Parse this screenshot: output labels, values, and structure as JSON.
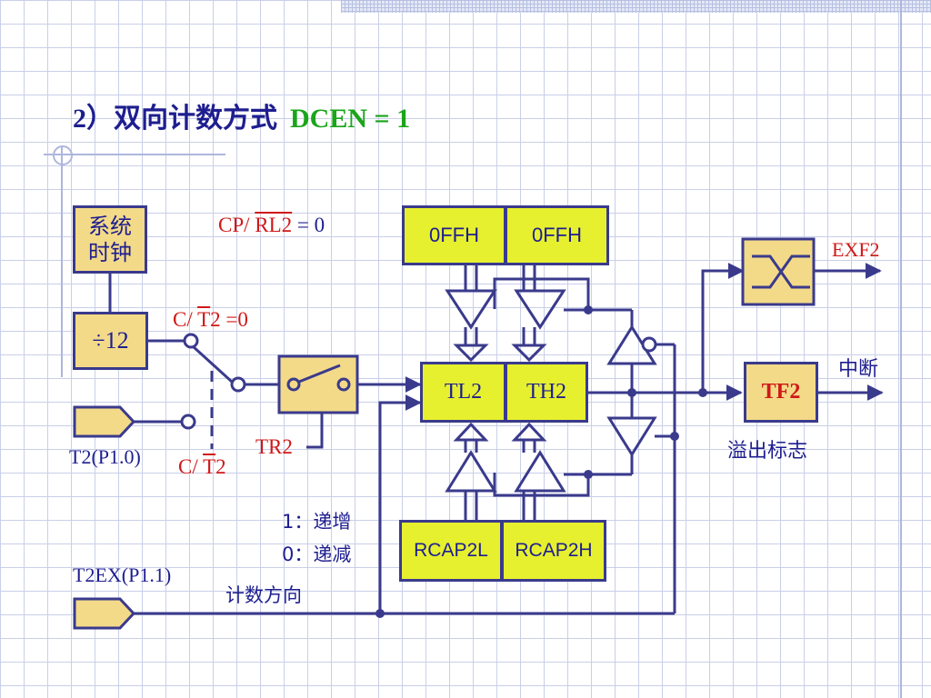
{
  "title": {
    "main": "2）双向计数方式",
    "mode": "DCEN = 1"
  },
  "colors": {
    "wire": "#3a3a8c",
    "text_blue": "#1e1e90",
    "text_red": "#d01818",
    "text_green": "#1aa51a",
    "box_yellow": "#e6f02e",
    "box_tan": "#f3da88"
  },
  "clock_box": {
    "line1": "系统",
    "line2": "时钟"
  },
  "divider_box": "÷12",
  "cp_rl2": {
    "prefix": "CP/",
    "bar": "RL2",
    "suffix": " = 0"
  },
  "ct2_top": {
    "prefix": "C/",
    "bar": "T",
    "suffix": "2 =0"
  },
  "ct2_bottom": {
    "prefix": "C/",
    "bar": "T",
    "suffix": "2"
  },
  "t2_pin": "T2(P1.0)",
  "tr2": "TR2",
  "reload_top": {
    "low": "0FFH",
    "high": "0FFH"
  },
  "counter": {
    "low": "TL2",
    "high": "TH2"
  },
  "capture": {
    "low": "RCAP2L",
    "high": "RCAP2H"
  },
  "exf2": "EXF2",
  "tf2": "TF2",
  "interrupt": "中断",
  "overflow_flag": "溢出标志",
  "direction": {
    "up": "1：递增",
    "down": "0：递减",
    "label": "计数方向"
  },
  "t2ex_pin": "T2EX(P1.1)"
}
